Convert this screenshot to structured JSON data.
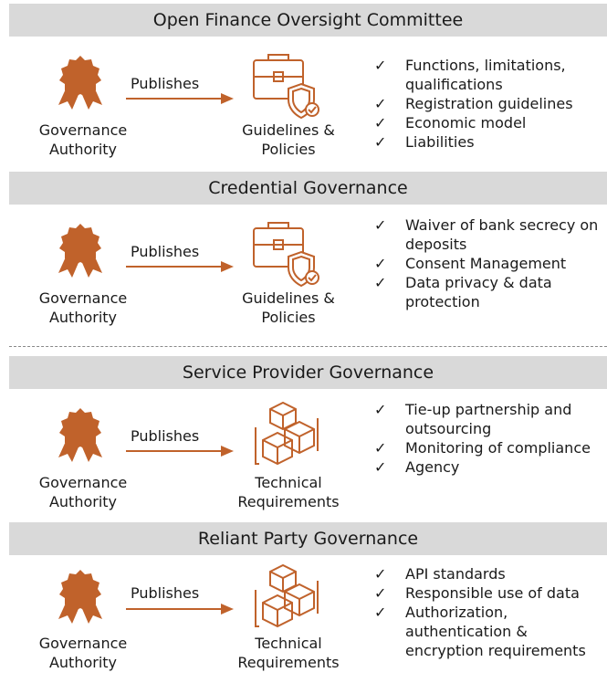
{
  "colors": {
    "accent": "#c0622b",
    "header_bg": "#d9d9d9"
  },
  "sections": [
    {
      "title": "Open Finance Oversight Committee",
      "source": "Governance Authority",
      "action": "Publishes",
      "target": "Guidelines & Policies",
      "target_icon": "briefcase-shield-icon",
      "items": [
        "Functions, limitations, qualifications",
        "Registration guidelines",
        "Economic model",
        "Liabilities"
      ]
    },
    {
      "title": "Credential Governance",
      "source": "Governance Authority",
      "action": "Publishes",
      "target": "Guidelines & Policies",
      "target_icon": "briefcase-shield-icon",
      "items": [
        "Waiver of bank secrecy on deposits",
        "Consent Management",
        "Data privacy & data protection"
      ]
    },
    {
      "title": "Service Provider Governance",
      "source": "Governance Authority",
      "action": "Publishes",
      "target": "Technical Requirements",
      "target_icon": "cubes-icon",
      "items": [
        "Tie-up partnership and outsourcing",
        "Monitoring of compliance",
        "Agency"
      ]
    },
    {
      "title": "Reliant Party Governance",
      "source": "Governance Authority",
      "action": "Publishes",
      "target": "Technical Requirements",
      "target_icon": "cubes-icon",
      "items": [
        "API standards",
        "Responsible use of data",
        "Authorization, authentication & encryption requirements"
      ]
    }
  ]
}
